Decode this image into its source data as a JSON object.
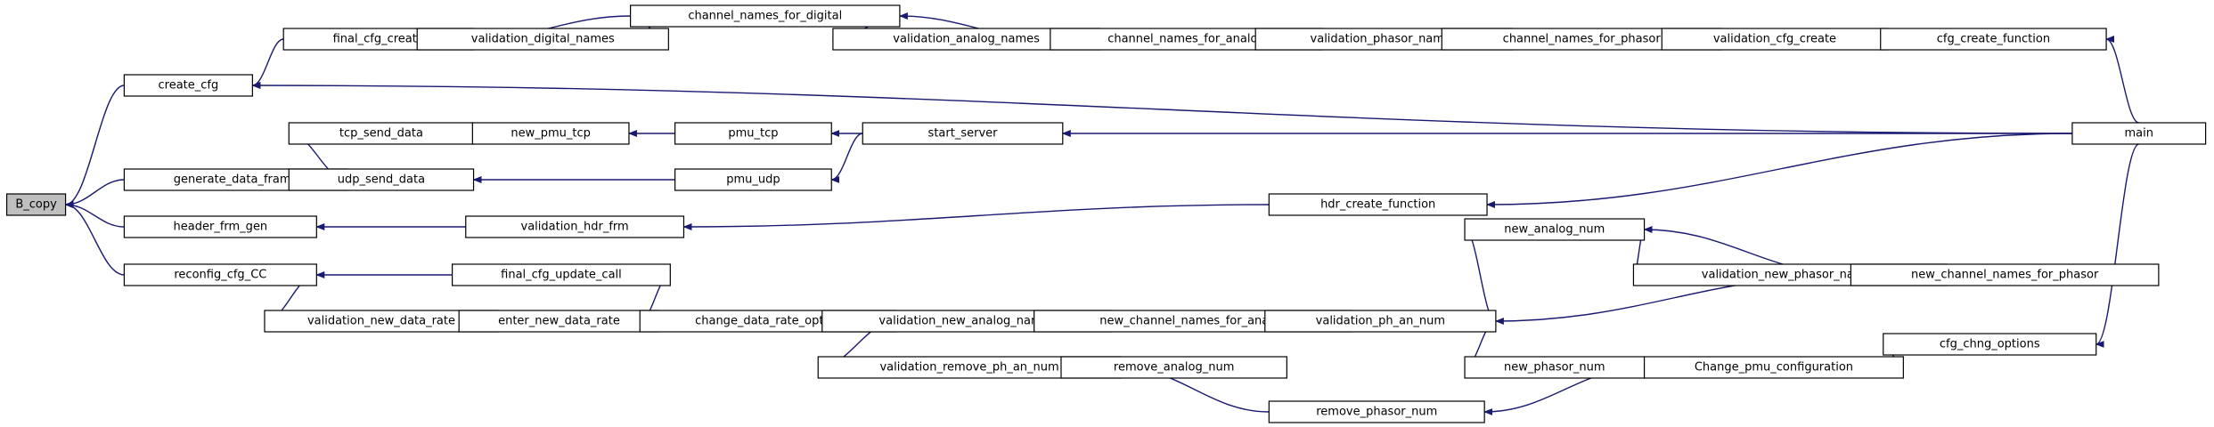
{
  "colors": {
    "edge": "#191970",
    "node_fill": "#ffffff",
    "root_fill": "#bfbfbf",
    "node_border": "#000000"
  },
  "nodes": [
    {
      "id": "b_copy",
      "label": "B_copy",
      "root": true
    },
    {
      "id": "create_cfg",
      "label": "create_cfg"
    },
    {
      "id": "generate_data_frame",
      "label": "generate_data_frame"
    },
    {
      "id": "header_frm_gen",
      "label": "header_frm_gen"
    },
    {
      "id": "reconfig_cfg_cc",
      "label": "reconfig_cfg_CC"
    },
    {
      "id": "final_cfg_create",
      "label": "final_cfg_create"
    },
    {
      "id": "tcp_send_data",
      "label": "tcp_send_data"
    },
    {
      "id": "udp_send_data",
      "label": "udp_send_data"
    },
    {
      "id": "validation_new_data_rate",
      "label": "validation_new_data_rate"
    },
    {
      "id": "validation_digital_names",
      "label": "validation_digital_names"
    },
    {
      "id": "new_pmu_tcp",
      "label": "new_pmu_tcp"
    },
    {
      "id": "enter_new_data_rate",
      "label": "enter_new_data_rate"
    },
    {
      "id": "channel_names_for_digital",
      "label": "channel_names_for_digital"
    },
    {
      "id": "pmu_tcp",
      "label": "pmu_tcp"
    },
    {
      "id": "pmu_udp",
      "label": "pmu_udp"
    },
    {
      "id": "validation_hdr_frm",
      "label": "validation_hdr_frm"
    },
    {
      "id": "final_cfg_update_call",
      "label": "final_cfg_update_call"
    },
    {
      "id": "change_data_rate_option",
      "label": "change_data_rate_option"
    },
    {
      "id": "validation_analog_names",
      "label": "validation_analog_names"
    },
    {
      "id": "validation_new_analog_names",
      "label": "validation_new_analog_names"
    },
    {
      "id": "validation_remove_ph_an_num",
      "label": "validation_remove_ph_an_num"
    },
    {
      "id": "start_server",
      "label": "start_server"
    },
    {
      "id": "channel_names_for_analog",
      "label": "channel_names_for_analog"
    },
    {
      "id": "new_channel_names_for_analog",
      "label": "new_channel_names_for_analog"
    },
    {
      "id": "remove_analog_num",
      "label": "remove_analog_num"
    },
    {
      "id": "validation_phasor_names",
      "label": "validation_phasor_names"
    },
    {
      "id": "validation_ph_an_num",
      "label": "validation_ph_an_num"
    },
    {
      "id": "hdr_create_function",
      "label": "hdr_create_function"
    },
    {
      "id": "remove_phasor_num",
      "label": "remove_phasor_num"
    },
    {
      "id": "channel_names_for_phasor",
      "label": "channel_names_for_phasor"
    },
    {
      "id": "new_analog_num",
      "label": "new_analog_num"
    },
    {
      "id": "new_phasor_num",
      "label": "new_phasor_num"
    },
    {
      "id": "validation_cfg_create",
      "label": "validation_cfg_create"
    },
    {
      "id": "validation_new_phasor_names",
      "label": "validation_new_phasor_names"
    },
    {
      "id": "change_pmu_configuration",
      "label": "Change_pmu_configuration"
    },
    {
      "id": "cfg_create_function",
      "label": "cfg_create_function"
    },
    {
      "id": "new_channel_names_for_phasor",
      "label": "new_channel_names_for_phasor"
    },
    {
      "id": "cfg_chng_options",
      "label": "cfg_chng_options"
    },
    {
      "id": "main",
      "label": "main"
    }
  ],
  "edges": [
    {
      "from": "create_cfg",
      "to": "b_copy"
    },
    {
      "from": "generate_data_frame",
      "to": "b_copy"
    },
    {
      "from": "header_frm_gen",
      "to": "b_copy"
    },
    {
      "from": "reconfig_cfg_cc",
      "to": "b_copy"
    },
    {
      "from": "final_cfg_create",
      "to": "create_cfg"
    },
    {
      "from": "main",
      "to": "create_cfg"
    },
    {
      "from": "tcp_send_data",
      "to": "generate_data_frame"
    },
    {
      "from": "udp_send_data",
      "to": "generate_data_frame"
    },
    {
      "from": "validation_hdr_frm",
      "to": "header_frm_gen"
    },
    {
      "from": "final_cfg_update_call",
      "to": "reconfig_cfg_cc"
    },
    {
      "from": "validation_new_data_rate",
      "to": "reconfig_cfg_cc"
    },
    {
      "from": "validation_digital_names",
      "to": "final_cfg_create"
    },
    {
      "from": "channel_names_for_digital",
      "to": "final_cfg_create"
    },
    {
      "from": "new_pmu_tcp",
      "to": "tcp_send_data"
    },
    {
      "from": "pmu_udp",
      "to": "udp_send_data"
    },
    {
      "from": "enter_new_data_rate",
      "to": "validation_new_data_rate"
    },
    {
      "from": "channel_names_for_digital",
      "to": "validation_digital_names"
    },
    {
      "from": "pmu_tcp",
      "to": "new_pmu_tcp"
    },
    {
      "from": "change_data_rate_option",
      "to": "enter_new_data_rate"
    },
    {
      "from": "validation_analog_names",
      "to": "channel_names_for_digital"
    },
    {
      "from": "channel_names_for_analog",
      "to": "channel_names_for_digital"
    },
    {
      "from": "start_server",
      "to": "pmu_tcp"
    },
    {
      "from": "start_server",
      "to": "pmu_udp"
    },
    {
      "from": "hdr_create_function",
      "to": "validation_hdr_frm"
    },
    {
      "from": "change_data_rate_option",
      "to": "final_cfg_update_call"
    },
    {
      "from": "validation_new_analog_names",
      "to": "change_data_rate_option"
    },
    {
      "from": "new_channel_names_for_analog",
      "to": "change_data_rate_option"
    },
    {
      "from": "validation_remove_ph_an_num",
      "to": "change_data_rate_option"
    },
    {
      "from": "channel_names_for_analog",
      "to": "validation_analog_names"
    },
    {
      "from": "new_channel_names_for_analog",
      "to": "validation_new_analog_names"
    },
    {
      "from": "remove_analog_num",
      "to": "validation_remove_ph_an_num"
    },
    {
      "from": "remove_phasor_num",
      "to": "validation_remove_ph_an_num"
    },
    {
      "from": "main",
      "to": "start_server"
    },
    {
      "from": "validation_phasor_names",
      "to": "channel_names_for_analog"
    },
    {
      "from": "validation_ph_an_num",
      "to": "new_channel_names_for_analog"
    },
    {
      "from": "validation_remove_ph_an_num",
      "to": "remove_analog_num"
    },
    {
      "from": "channel_names_for_phasor",
      "to": "validation_phasor_names"
    },
    {
      "from": "new_analog_num",
      "to": "validation_ph_an_num"
    },
    {
      "from": "new_phasor_num",
      "to": "validation_ph_an_num"
    },
    {
      "from": "new_channel_names_for_phasor",
      "to": "validation_ph_an_num"
    },
    {
      "from": "main",
      "to": "hdr_create_function"
    },
    {
      "from": "change_pmu_configuration",
      "to": "remove_phasor_num"
    },
    {
      "from": "validation_cfg_create",
      "to": "channel_names_for_phasor"
    },
    {
      "from": "validation_new_phasor_names",
      "to": "new_analog_num"
    },
    {
      "from": "new_channel_names_for_phasor",
      "to": "new_analog_num"
    },
    {
      "from": "change_pmu_configuration",
      "to": "new_phasor_num"
    },
    {
      "from": "cfg_create_function",
      "to": "validation_cfg_create"
    },
    {
      "from": "new_channel_names_for_phasor",
      "to": "validation_new_phasor_names"
    },
    {
      "from": "cfg_chng_options",
      "to": "change_pmu_configuration"
    },
    {
      "from": "main",
      "to": "cfg_create_function"
    },
    {
      "from": "main",
      "to": "cfg_chng_options"
    }
  ]
}
